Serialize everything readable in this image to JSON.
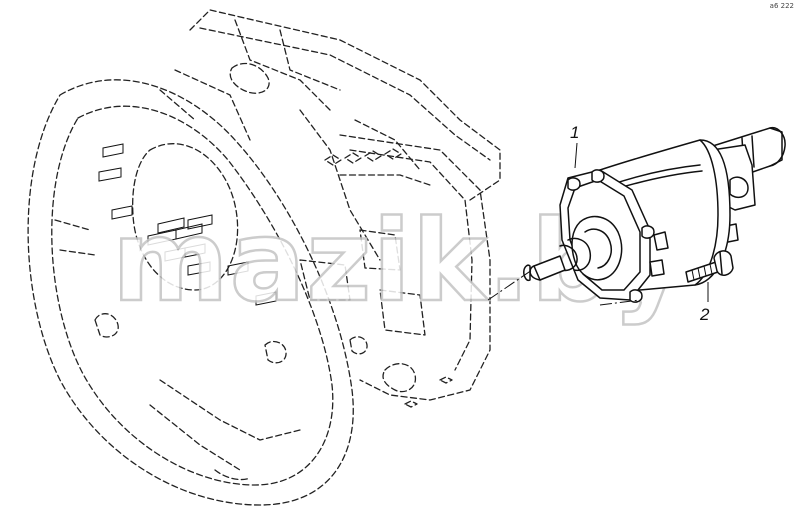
{
  "corner_tag": "a6 222",
  "watermark": "mazik.by",
  "callouts": [
    {
      "label": "1"
    },
    {
      "label": "2"
    }
  ]
}
